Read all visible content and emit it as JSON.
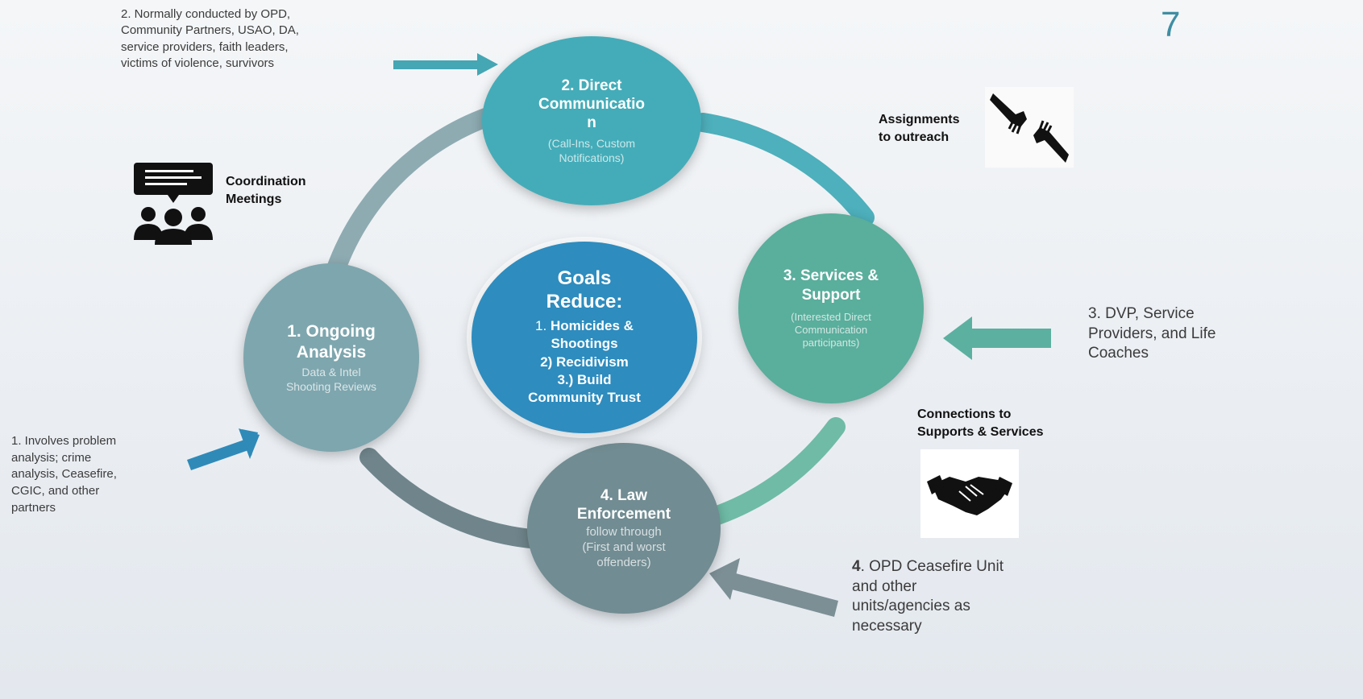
{
  "page_number": "7",
  "notes": {
    "top": "2. Normally conducted by OPD,\nCommunity Partners, USAO, DA,\nservice providers, faith leaders,\nvictims of violence, survivors",
    "left": "1. Involves problem\nanalysis; crime\nanalysis, Ceasefire,\nCGIC, and other\npartners",
    "right": "3. DVP, Service\nProviders, and Life\nCoaches",
    "bottom_right_lead": "4",
    "bottom_right": ". OPD Ceasefire Unit\nand other\nunits/agencies as\nnecessary"
  },
  "labels": {
    "coordination": "Coordination\nMeetings",
    "assignments": "Assignments\nto outreach",
    "connections": "Connections to\nSupports & Services"
  },
  "nodes": {
    "direct": {
      "title": "2. Direct\nCommunicatio\nn",
      "sub": "(Call-Ins, Custom\nNotifications)"
    },
    "services": {
      "title": "3. Services &\nSupport",
      "sub": "(Interested Direct\nCommunication\nparticipants)"
    },
    "analysis": {
      "title": "1. Ongoing\nAnalysis",
      "sub": "Data & Intel\nShooting Reviews"
    },
    "law": {
      "title": "4. Law\nEnforcement",
      "sub": "follow through\n(First and worst\noffenders)"
    }
  },
  "goals": {
    "title": "Goals",
    "reduce": "Reduce:",
    "item1_num": "1.",
    "item1": "Homicides &",
    "item1b": "Shootings",
    "item2": "2) Recidivism",
    "item3": "3.) Build",
    "item3b": "Community Trust"
  },
  "colors": {
    "direct": "#44acb8",
    "services": "#5aae9c",
    "analysis": "#7ea6ae",
    "law": "#718c92",
    "goals": "#2e8cbe",
    "arrow_top": "#45a6b4",
    "arrow_left": "#2f8ab8",
    "arrow_right": "#5cb0a0",
    "arrow_bottom": "#7c8f95"
  },
  "icons": {
    "coordination": "meeting-people-icon",
    "assignments": "reaching-hands-icon",
    "connections": "handshake-icon"
  }
}
